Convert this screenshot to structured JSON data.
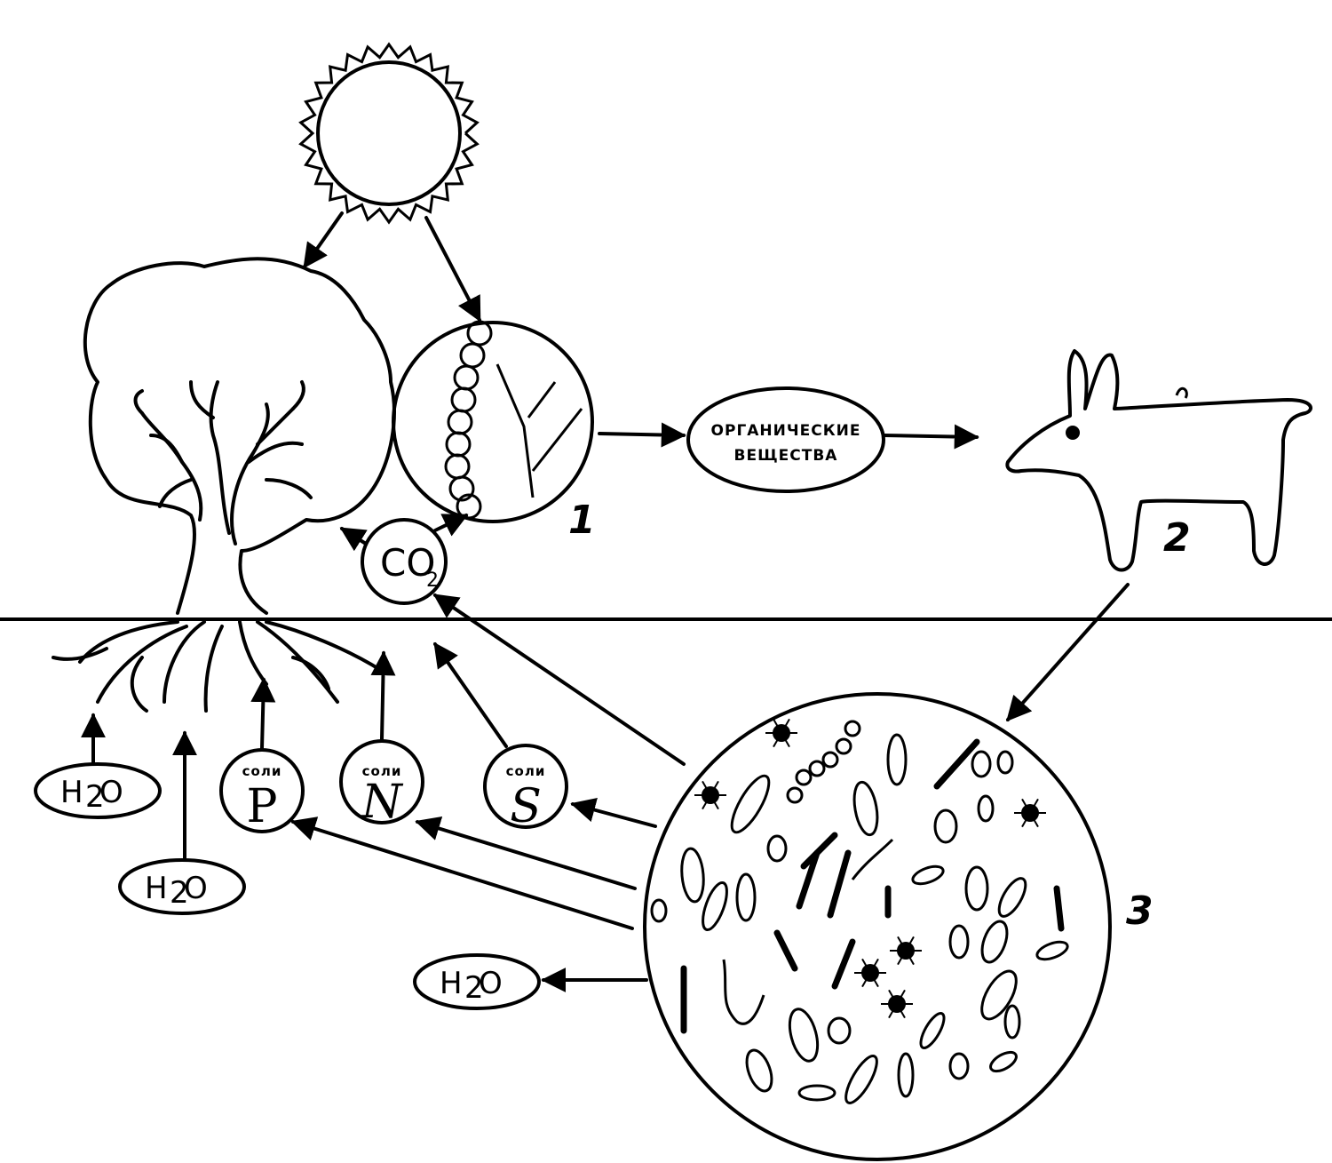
{
  "diagram": {
    "organic_label_line1": "ОРГАНИЧЕСКИЕ",
    "organic_label_line2": "ВЕЩЕСТВА",
    "co2_label": "CO",
    "co2_subscript": "2",
    "salt_label": "соли",
    "salt_p": "P",
    "salt_n": "N",
    "salt_s": "S",
    "water_label": "H",
    "water_subscript": "2",
    "water_o": "O",
    "marker_1": "1",
    "marker_2": "2",
    "marker_3": "3"
  },
  "colors": {
    "ink": "#000000",
    "background": "#ffffff"
  }
}
